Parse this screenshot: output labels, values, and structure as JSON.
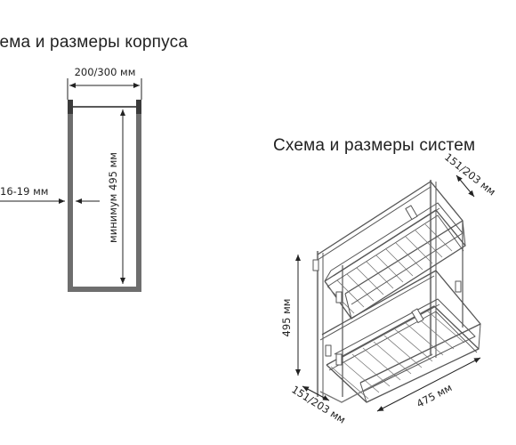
{
  "cabinet": {
    "title": "хема и размеры корпуса",
    "width_label": "200/300 мм",
    "wall_label": "16-19 мм",
    "height_label": "минимум 495 мм"
  },
  "system": {
    "title": "Схема и размеры систем",
    "top_width_label": "151/203 мм",
    "height_label": "495 мм",
    "bottom_width_label": "151/203 мм",
    "depth_label": "475 мм"
  }
}
